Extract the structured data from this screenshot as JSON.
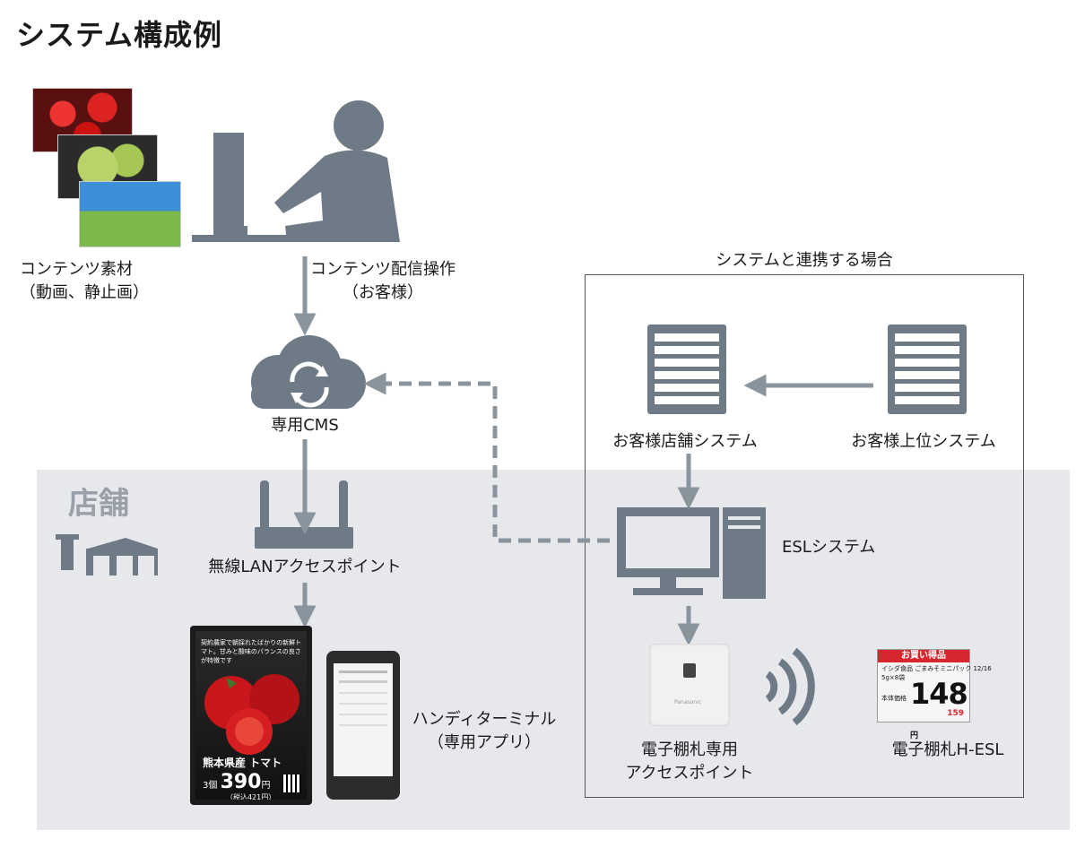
{
  "title": "システム構成例",
  "store_label": "店舗",
  "system_box_label": "システムと連携する場合",
  "labels": {
    "content_material": [
      "コンテンツ素材",
      "（動画、静止画）"
    ],
    "content_delivery": [
      "コンテンツ配信操作",
      "（お客様）"
    ],
    "cms": "専用CMS",
    "wlan_ap": "無線LANアクセスポイント",
    "handy_terminal": [
      "ハンディターミナル",
      "（専用アプリ）"
    ],
    "store_system": "お客様店舗システム",
    "upper_system": "お客様上位システム",
    "esl_system": "ESLシステム",
    "esl_ap": [
      "電子棚札専用",
      "アクセスポイント"
    ],
    "esl_tag": "電子棚札H-ESL"
  },
  "signage": {
    "headline": "契約農家で朝採れたばかりの新鮮トマト。甘みと酸味のバランスの良さが特徴です",
    "product": "熊本県産 トマト",
    "qty": "3個",
    "price": "390",
    "yen": "円",
    "tax": "（税込421円）"
  },
  "esl_tag": {
    "banner": "お買い得品",
    "brand": "イシダ食品",
    "product": "ごまみそミニパック",
    "spec": "5g×8袋",
    "date": "12/16",
    "price": "148",
    "yen": "円",
    "unit_label": "本体価格",
    "tax_price": "159"
  },
  "ap_brand": "Panasonic",
  "colors": {
    "icon": "#6e7a85",
    "arrow": "#8a949c",
    "store_bg": "#e7e8ec",
    "esl_red": "#d8262e"
  }
}
